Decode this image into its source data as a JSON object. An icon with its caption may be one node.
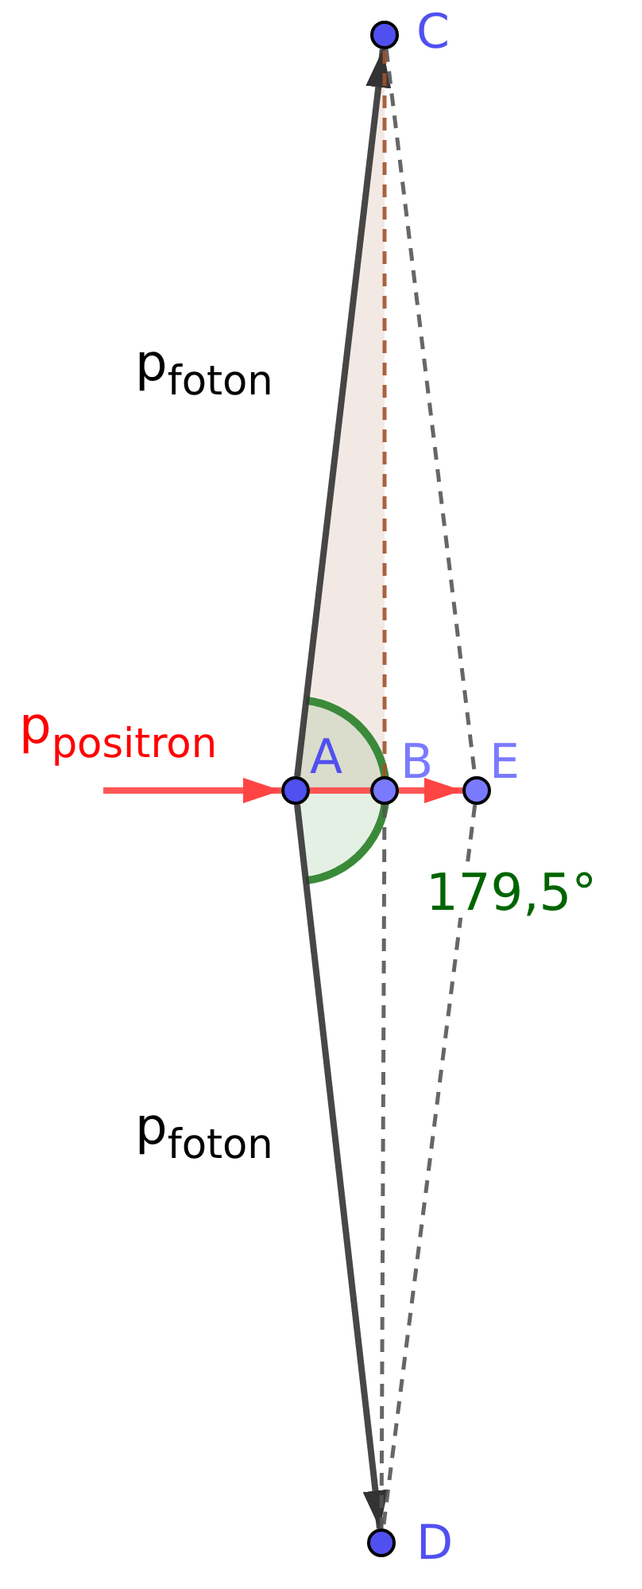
{
  "diagram": {
    "nodes": [
      {
        "text": [],
        "shape": "circle",
        "beside": [
          "C"
        ]
      },
      {
        "text": [],
        "shape": "circle",
        "beside": [
          "A"
        ]
      },
      {
        "text": [],
        "shape": "circle",
        "beside": [
          "B"
        ]
      },
      {
        "text": [],
        "shape": "circle",
        "beside": [
          "E"
        ]
      },
      {
        "text": [],
        "shape": "circle",
        "beside": [
          "D"
        ]
      }
    ],
    "edges": [
      {
        "from": null,
        "to": 1,
        "arrow": "to",
        "color": "#ff4444"
      },
      {
        "from": 1,
        "to": 0,
        "arrow": "to",
        "color": "#333333"
      },
      {
        "from": 1,
        "to": 4,
        "arrow": "to",
        "color": "#333333"
      },
      {
        "from": 1,
        "to": 2,
        "arrow": "none",
        "color": "#ff4444"
      },
      {
        "from": 2,
        "to": 3,
        "arrow": "to",
        "color": "#ff4444"
      },
      {
        "from": 0,
        "to": 3,
        "arrow": "none",
        "style": "dashed",
        "color": "#555555"
      },
      {
        "from": 3,
        "to": 4,
        "arrow": "none",
        "style": "dashed",
        "color": "#555555"
      },
      {
        "from": 2,
        "to": 4,
        "arrow": "none",
        "style": "dashed",
        "color": "#555555"
      },
      {
        "from": 2,
        "to": 0,
        "arrow": "none",
        "style": "dashed",
        "color": "#a0522d"
      }
    ],
    "labels": [
      "p$_{foton}$",
      "p$_{positron}$",
      "179,5°",
      "p$_{foton}$"
    ]
  }
}
